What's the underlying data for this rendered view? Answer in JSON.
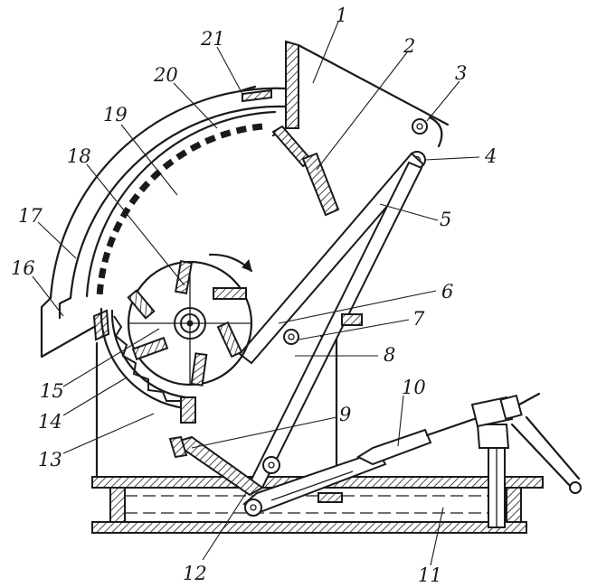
{
  "diagram": {
    "labels": {
      "l1": "1",
      "l2": "2",
      "l3": "3",
      "l4": "4",
      "l5": "5",
      "l6": "6",
      "l7": "7",
      "l8": "8",
      "l9": "9",
      "l10": "10",
      "l11": "11",
      "l12": "12",
      "l13": "13",
      "l14": "14",
      "l15": "15",
      "l16": "16",
      "l17": "17",
      "l18": "18",
      "l19": "19",
      "l20": "20",
      "l21": "21"
    }
  }
}
